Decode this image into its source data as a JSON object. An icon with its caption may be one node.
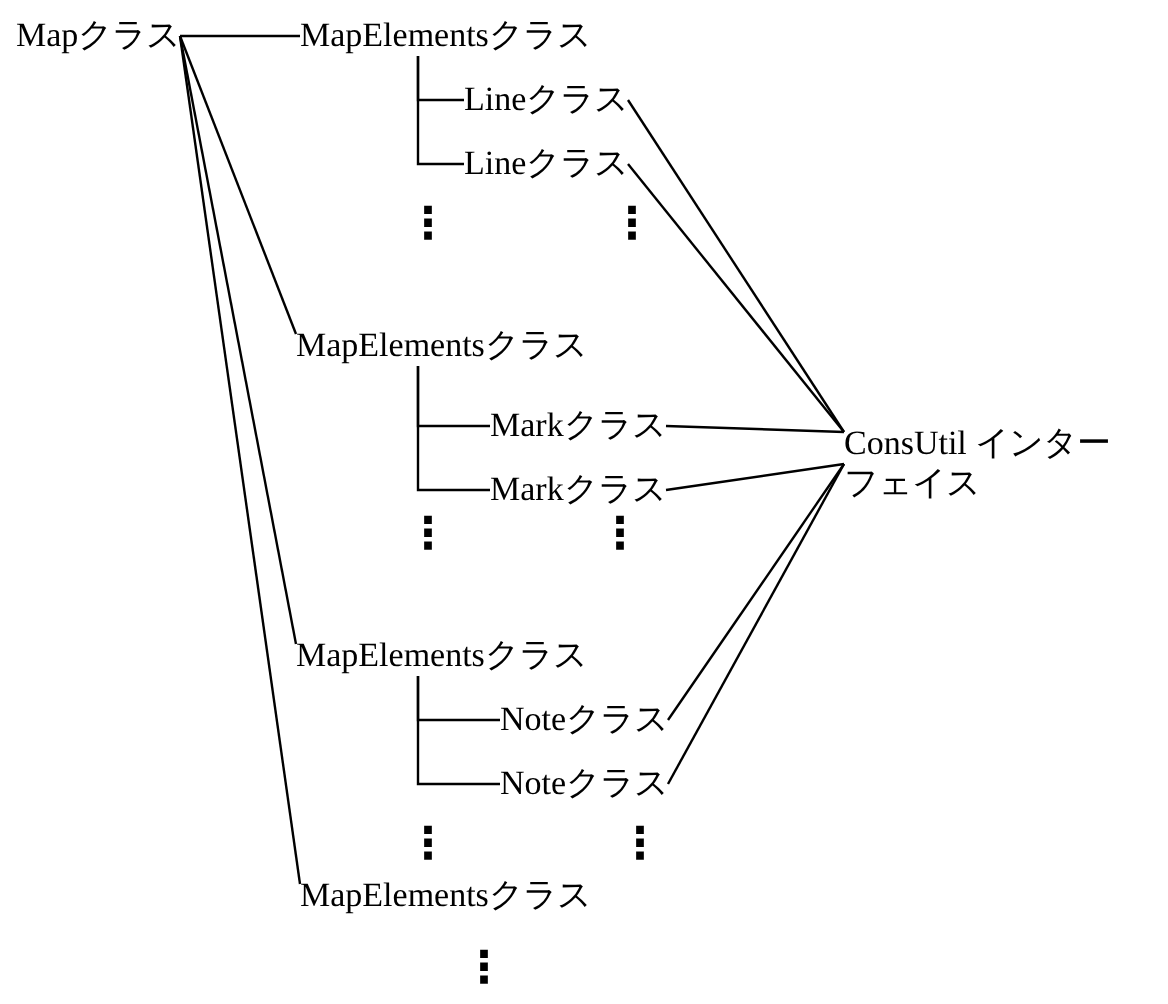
{
  "diagram": {
    "nodes": [
      {
        "text": [
          "Mapクラス"
        ]
      },
      {
        "text": [
          "MapElementsクラス"
        ]
      },
      {
        "text": [
          "Lineクラス"
        ]
      },
      {
        "text": [
          "Lineクラス"
        ]
      },
      {
        "text": [
          "MapElementsクラス"
        ]
      },
      {
        "text": [
          "Markクラス"
        ]
      },
      {
        "text": [
          "Markクラス"
        ]
      },
      {
        "text": [
          "MapElementsクラス"
        ]
      },
      {
        "text": [
          "Noteクラス"
        ]
      },
      {
        "text": [
          "Noteクラス"
        ]
      },
      {
        "text": [
          "MapElementsクラス"
        ]
      },
      {
        "text": [
          "ConsUtil インターフェイス"
        ]
      }
    ],
    "edges": [
      {
        "from": 0,
        "to": 1,
        "arrow": "none"
      },
      {
        "from": 0,
        "to": 4,
        "arrow": "none"
      },
      {
        "from": 0,
        "to": 7,
        "arrow": "none"
      },
      {
        "from": 0,
        "to": 10,
        "arrow": "none"
      },
      {
        "from": 1,
        "to": 2,
        "arrow": "none"
      },
      {
        "from": 1,
        "to": 3,
        "arrow": "none"
      },
      {
        "from": 4,
        "to": 5,
        "arrow": "none"
      },
      {
        "from": 4,
        "to": 6,
        "arrow": "none"
      },
      {
        "from": 7,
        "to": 8,
        "arrow": "none"
      },
      {
        "from": 7,
        "to": 9,
        "arrow": "none"
      },
      {
        "from": 2,
        "to": 11,
        "arrow": "none"
      },
      {
        "from": 3,
        "to": 11,
        "arrow": "none"
      },
      {
        "from": 5,
        "to": 11,
        "arrow": "none"
      },
      {
        "from": 6,
        "to": 11,
        "arrow": "none"
      },
      {
        "from": 8,
        "to": 11,
        "arrow": "none"
      },
      {
        "from": 9,
        "to": 11,
        "arrow": "none"
      }
    ],
    "labels": [
      "⋮",
      "⋮",
      "⋮",
      "⋮",
      "⋮",
      "⋮",
      "⋮"
    ]
  }
}
